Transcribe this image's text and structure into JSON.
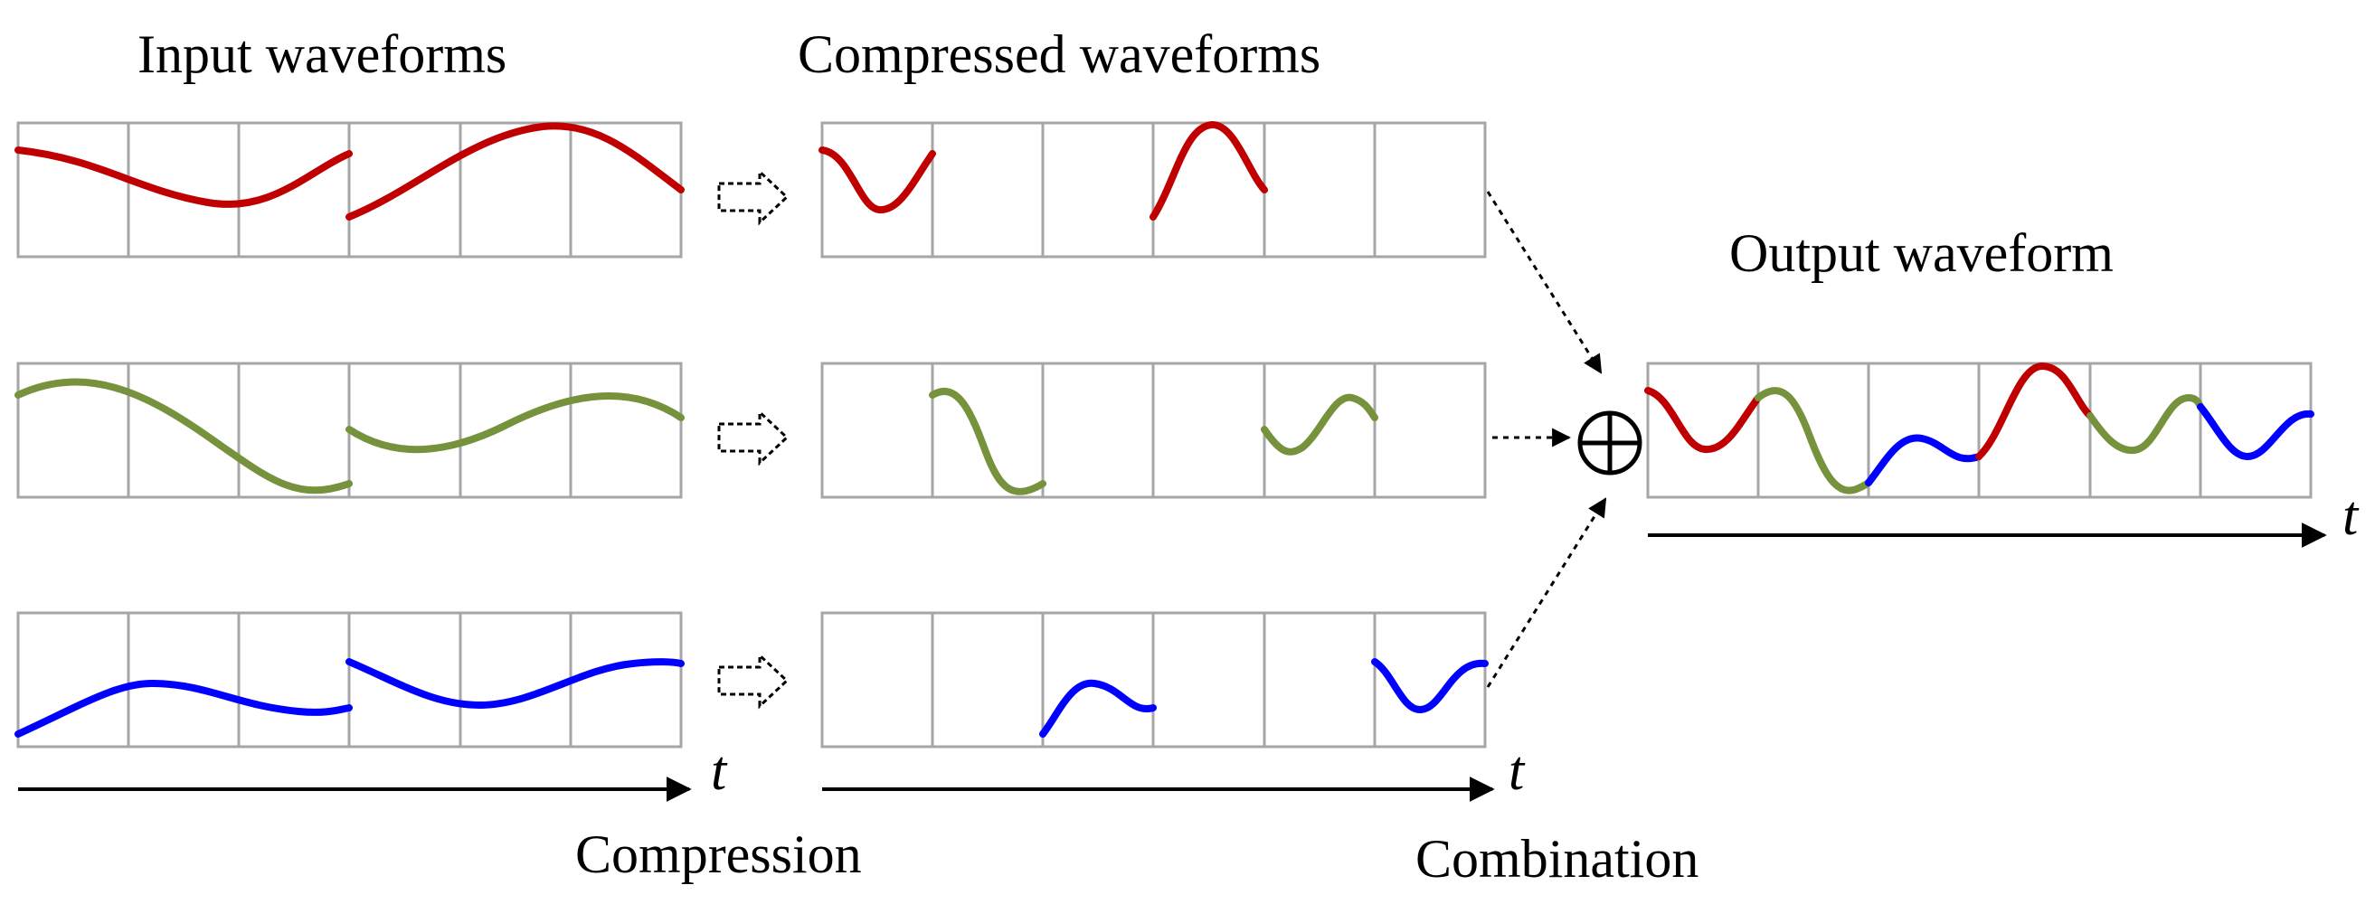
{
  "titles": {
    "input": "Input waveforms",
    "compressed": "Compressed waveforms",
    "output": "Output waveform"
  },
  "captions": {
    "compression": "Compression",
    "combination": "Combination"
  },
  "axis_label": "t",
  "operator_symbol": "⊕",
  "colors": {
    "red": "#c00000",
    "green": "#76923c",
    "blue": "#0000ff",
    "grid": "#a6a6a6"
  },
  "input_waveforms": [
    {
      "color": "red",
      "segments": 2
    },
    {
      "color": "green",
      "segments": 2
    },
    {
      "color": "blue",
      "segments": 2
    }
  ],
  "compressed_waveforms": [
    {
      "color": "red",
      "occupied_cells": [
        1,
        4
      ]
    },
    {
      "color": "green",
      "occupied_cells": [
        2,
        5
      ]
    },
    {
      "color": "blue",
      "occupied_cells": [
        3,
        6
      ]
    }
  ],
  "output_waveform": {
    "cell_colors": [
      "red",
      "green",
      "blue",
      "red",
      "green",
      "blue"
    ]
  }
}
